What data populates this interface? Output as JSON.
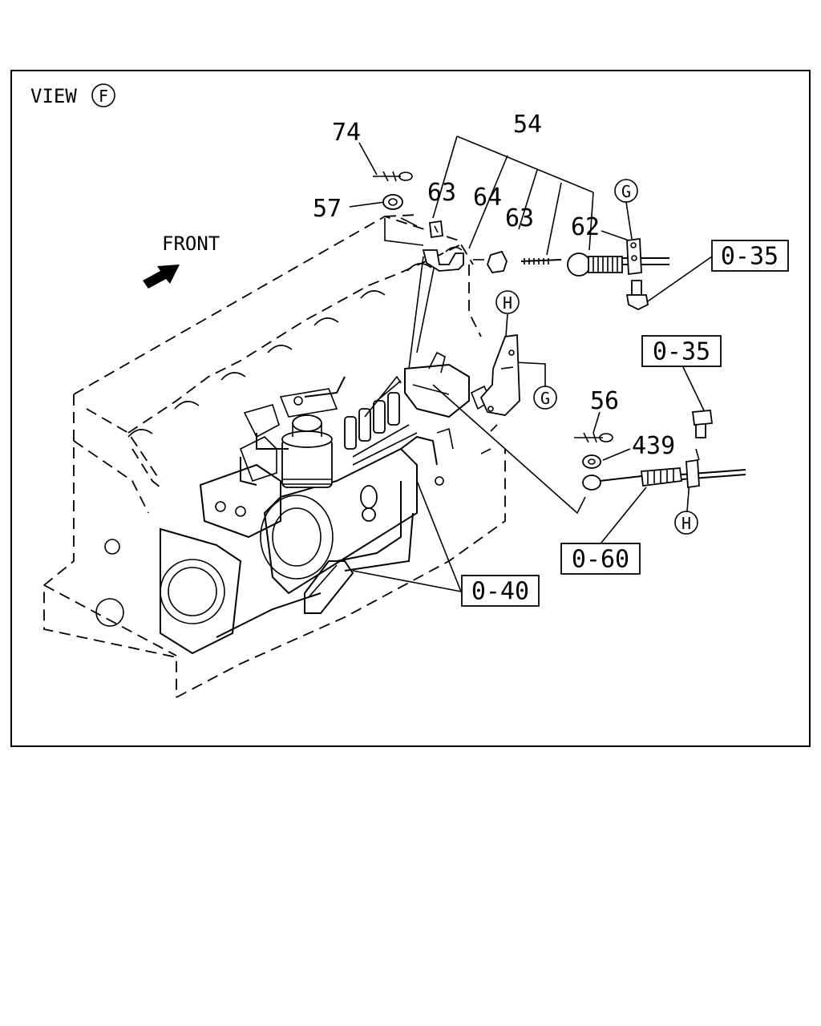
{
  "view": {
    "text": "VIEW",
    "ref": "F"
  },
  "front_label": "FRONT",
  "part_numbers": {
    "p54": "54",
    "p74": "74",
    "p57": "57",
    "p63a": "63",
    "p64": "64",
    "p63b": "63",
    "p62": "62",
    "p56": "56",
    "p439": "439"
  },
  "ref_circles": {
    "g_top": "G",
    "h_mid": "H",
    "g_mid": "G",
    "h_bottom": "H"
  },
  "ref_boxes": {
    "o35_top": "0-35",
    "o35_mid": "0-35",
    "o60": "0-60",
    "o40": "0-40"
  }
}
